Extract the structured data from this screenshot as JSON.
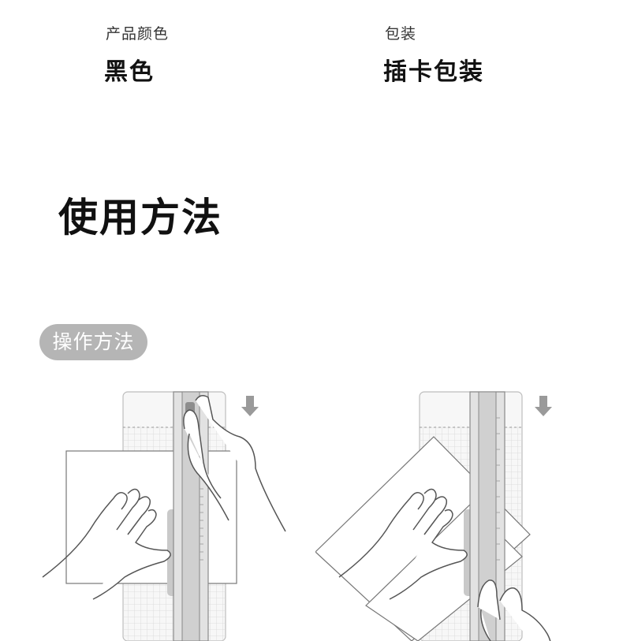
{
  "specs": {
    "color": {
      "label": "产品颜色",
      "value": "黑色"
    },
    "package": {
      "label": "包装",
      "value": "插卡包装"
    }
  },
  "usage": {
    "title": "使用方法",
    "step_label": "操作方法"
  }
}
